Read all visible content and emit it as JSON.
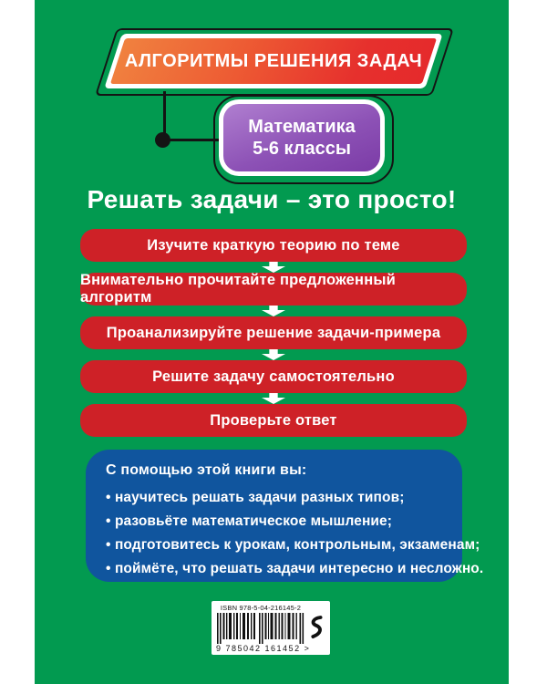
{
  "palette": {
    "cover_green": "#029a50",
    "step_red": "#ce2127",
    "benefits_blue": "#10559e",
    "banner_gradient_from": "#f0813f",
    "banner_gradient_to": "#e52a2c",
    "badge_gradient_from": "#b07fd0",
    "badge_gradient_to": "#7b3ba6",
    "outline_black": "#141414",
    "text_white": "#ffffff"
  },
  "banner": {
    "label": "АЛГОРИТМЫ РЕШЕНИЯ ЗАДАЧ"
  },
  "subject_badge": {
    "line1": "Математика",
    "line2": "5-6 классы"
  },
  "heading": {
    "text": "Решать задачи – это просто!"
  },
  "steps": {
    "items": [
      "Изучите краткую теорию по теме",
      "Внимательно прочитайте предложенный алгоритм",
      "Проанализируйте решение задачи-примера",
      "Решите задачу самостоятельно",
      "Проверьте ответ"
    ]
  },
  "benefits": {
    "heading": "С помощью этой книги вы:",
    "items": [
      "научитесь решать задачи разных типов;",
      "разовьёте математическое мышление;",
      "подготовитесь к урокам, контрольным, экзаменам;",
      "поймёте, что решать задачи интересно и несложно."
    ]
  },
  "barcode": {
    "isbn": "ISBN 978-5-04-216145-2",
    "digits": "9 785042 161452",
    "suffix": ">",
    "publisher_logo": "eksmo-swirl-logo"
  }
}
